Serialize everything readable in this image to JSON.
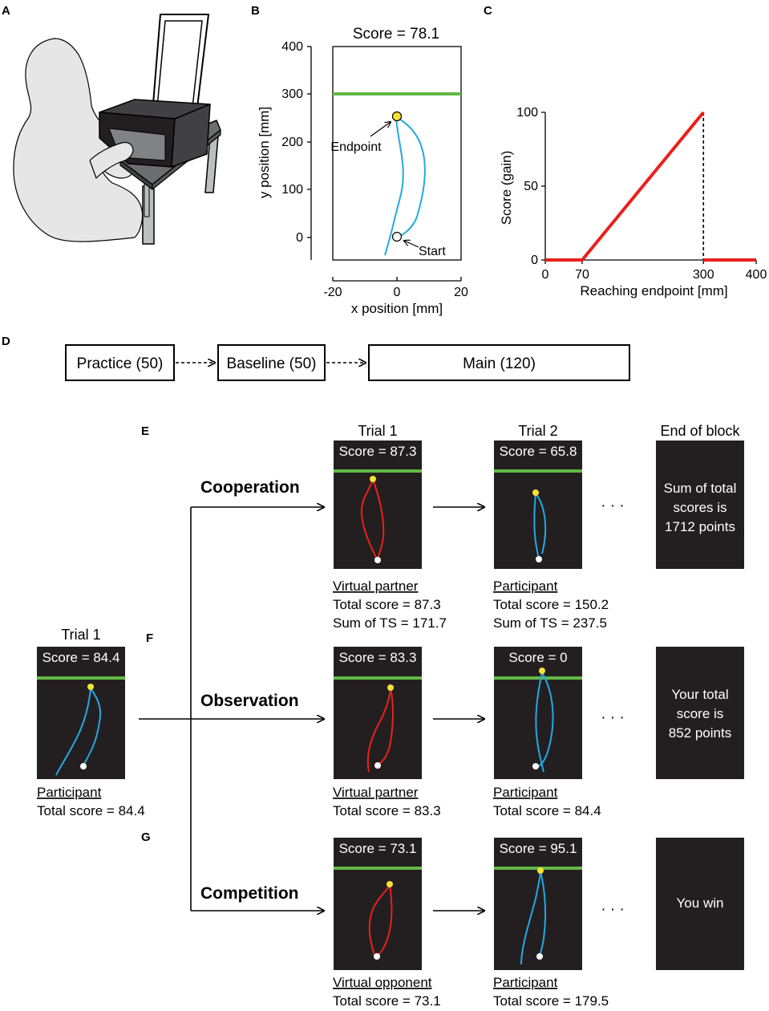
{
  "panel_labels": {
    "a": "A",
    "b": "B",
    "c": "C",
    "d": "D",
    "e": "E",
    "f": "F",
    "g": "G"
  },
  "panel_b": {
    "title": "Score = 78.1",
    "xlabel": "x position [mm]",
    "ylabel": "y position [mm]",
    "xticks": [
      "-20",
      "0",
      "20"
    ],
    "yticks": [
      "400",
      "300",
      "200",
      "100",
      "0"
    ],
    "endpoint_label": "Endpoint",
    "start_label": "Start"
  },
  "chart_data": {
    "type": "line",
    "xlabel": "Reaching endpoint [mm]",
    "ylabel": "Score (gain)",
    "x_ticks": [
      "0",
      "70",
      "300",
      "400"
    ],
    "y_ticks": [
      "0",
      "50",
      "100"
    ],
    "xlim": [
      0,
      400
    ],
    "ylim": [
      0,
      100
    ],
    "series": [
      {
        "x": [
          0,
          70,
          300
        ],
        "y": [
          0,
          0,
          100
        ]
      },
      {
        "x": [
          300,
          400
        ],
        "y": [
          0,
          0
        ]
      }
    ],
    "colors": {
      "line": "#e8211d",
      "dashed": "#000000"
    }
  },
  "panel_d": {
    "boxes": [
      "Practice (50)",
      "Baseline (50)",
      "Main (120)"
    ]
  },
  "colors": {
    "screen_bg": "#231f20",
    "target_line": "#62b946",
    "participant_traj": "#23a9e1",
    "partner_traj": "#e8211d",
    "endpoint_dot": "#f7e233"
  },
  "left_column": {
    "trial_label": "Trial  1",
    "score": "Score = 84.4",
    "role": "Participant",
    "total": "Total score = 84.4"
  },
  "column_headers": {
    "trial1": "Trial  1",
    "trial2": "Trial  2",
    "end": "End of block"
  },
  "cooperation": {
    "name": "Cooperation",
    "t1_score": "Score = 87.3",
    "t1_role": "Virtual partner",
    "t1_total": "Total score = 87.3",
    "t1_sum": "Sum of TS = 171.7",
    "t2_score": "Score = 65.8",
    "t2_role": "Participant",
    "t2_total": "Total score = 150.2",
    "t2_sum": "Sum of TS = 237.5",
    "end_lines": [
      "Sum of total",
      "scores is",
      "1712 points"
    ],
    "dots": "· · ·"
  },
  "observation": {
    "name": "Observation",
    "t1_score": "Score = 83.3",
    "t1_role": "Virtual partner",
    "t1_total": "Total score = 83.3",
    "t2_score": "Score = 0",
    "t2_role": "Participant",
    "t2_total": "Total score = 84.4",
    "end_lines": [
      "Your total",
      "score is",
      "852 points"
    ],
    "dots": "· · ·"
  },
  "competition": {
    "name": "Competition",
    "t1_score": "Score = 73.1",
    "t1_role": "Virtual opponent",
    "t1_total": "Total score = 73.1",
    "t2_score": "Score = 95.1",
    "t2_role": "Participant",
    "t2_total": "Total score = 179.5",
    "end_lines": [
      "You win"
    ],
    "dots": "· · ·"
  }
}
